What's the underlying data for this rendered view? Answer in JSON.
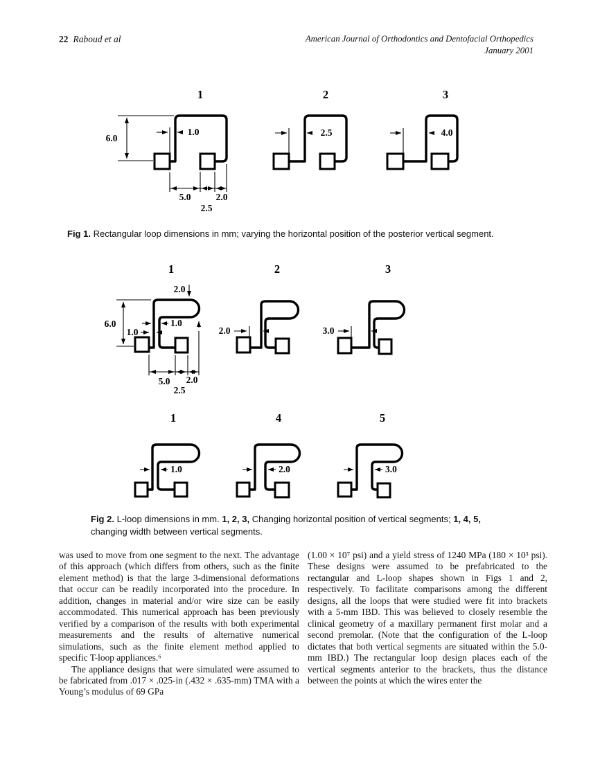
{
  "header": {
    "page_number": "22",
    "running_authors": "Raboud et al",
    "journal_title": "American Journal of Orthodontics and Dentofacial Orthopedics",
    "issue_date": "January 2001"
  },
  "fig1": {
    "caption_label": "Fig 1.",
    "caption_text": "Rectangular loop dimensions in mm; varying the horizontal position of the posterior vertical segment.",
    "d1": {
      "number": "1",
      "dim_height": "6.0",
      "dim_offset": "1.0",
      "dim_ibd": "5.0",
      "dim_right": "2.0",
      "dim_mid": "2.5"
    },
    "d2": {
      "number": "2",
      "dim_offset": "2.5"
    },
    "d3": {
      "number": "3",
      "dim_offset": "4.0"
    }
  },
  "fig2": {
    "caption_label": "Fig 2.",
    "caption_intro": "L-loop dimensions in mm.",
    "caption_bold1": "1, 2, 3,",
    "caption_seg1": "Changing horizontal position of vertical segments;",
    "caption_bold2": "1, 4, 5,",
    "caption_seg2": "changing width between vertical segments.",
    "row1": {
      "d1": {
        "number": "1",
        "dim_top": "2.0",
        "dim_height": "6.0",
        "dim_inner": "1.0",
        "dim_offset": "1.0",
        "dim_ibd": "5.0",
        "dim_right": "2.0",
        "dim_mid": "2.5"
      },
      "d2": {
        "number": "2",
        "dim_offset": "2.0"
      },
      "d3": {
        "number": "3",
        "dim_offset": "3.0"
      }
    },
    "row2": {
      "d1": {
        "number": "1",
        "dim_width": "1.0"
      },
      "d2": {
        "number": "4",
        "dim_width": "2.0"
      },
      "d3": {
        "number": "5",
        "dim_width": "3.0"
      }
    }
  },
  "body": {
    "left_para1": "was used to move from one segment to the next. The advantage of this approach (which differs from others, such as the finite element method) is that the large 3-dimensional deformations that occur can be readily incorporated into the procedure. In addition, changes in material and/or wire size can be easily accommodated. This numerical approach has been previously verified by a comparison of the results with both experimental measurements and the results of alternative numerical simulations, such as the finite element method applied to specific T-loop appliances.⁶",
    "left_para2": "The appliance designs that were simulated were assumed to be fabricated from .017 × .025-in (.432 × .635-mm) TMA with a Young’s modulus of 69 GPa",
    "right_para1": "(1.00 × 10⁷ psi) and a yield stress of 1240 MPa (180 × 10³ psi). These designs were assumed to be prefabricated to the rectangular and L-loop shapes shown in Figs 1 and 2, respectively. To facilitate comparisons among the different designs, all the loops that were studied were fit into brackets with a 5-mm IBD. This was believed to closely resemble the clinical geometry of a maxillary permanent first molar and a second premolar. (Note that the configuration of the L-loop dictates that both vertical segments are situated within the 5.0-mm IBD.) The rectangular loop design places each of the vertical segments anterior to the brackets, thus the distance between the points at which the wires enter the"
  }
}
